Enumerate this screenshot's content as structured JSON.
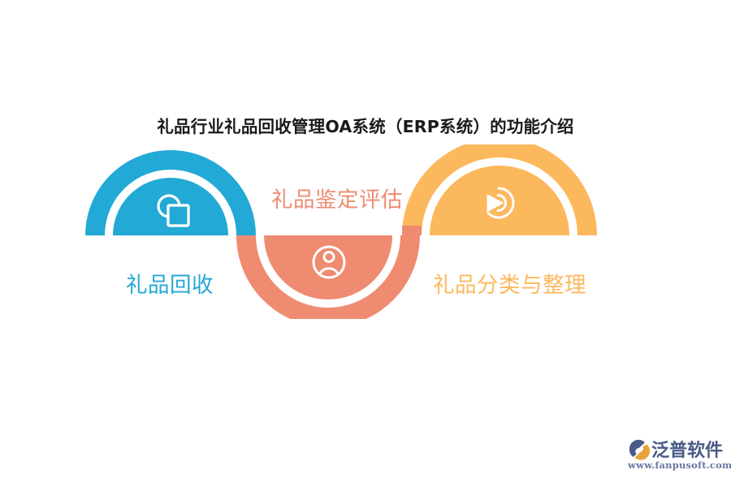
{
  "title": "礼品行业礼品回收管理OA系统（ERP系统）的功能介绍",
  "colors": {
    "blue": "#22A9D5",
    "salmon": "#EF8B71",
    "orange": "#FCB85C",
    "title_text": "#1a1a1a",
    "background": "#FFFFFF",
    "icon_stroke": "#FFFFFF",
    "logo_text": "#4A5A86",
    "logo_url_text": "#6A76A0",
    "logo_mark_blue": "#4A5A86",
    "logo_mark_orange": "#E8A33D"
  },
  "diagram": {
    "type": "wave-process",
    "stages": [
      {
        "id": "stage-1",
        "label": "礼品回收",
        "shape": "dome-up",
        "color": "#22A9D5",
        "label_position": "below",
        "label_color": "#22A9D5",
        "icon": "circle-square-overlap-icon"
      },
      {
        "id": "stage-2",
        "label": "礼品鉴定评估",
        "shape": "bowl-down",
        "color": "#EF8B71",
        "label_position": "above",
        "label_color": "#EF8B71",
        "icon": "user-circle-icon"
      },
      {
        "id": "stage-3",
        "label": "礼品分类与整理",
        "shape": "dome-up",
        "color": "#FCB85C",
        "label_position": "below",
        "label_color": "#FCB85C",
        "icon": "play-spiral-circle-icon"
      }
    ]
  },
  "logo": {
    "brand": "泛普软件",
    "url": "www.fanpusoft.com",
    "mark": "fanpu-logo-icon"
  }
}
